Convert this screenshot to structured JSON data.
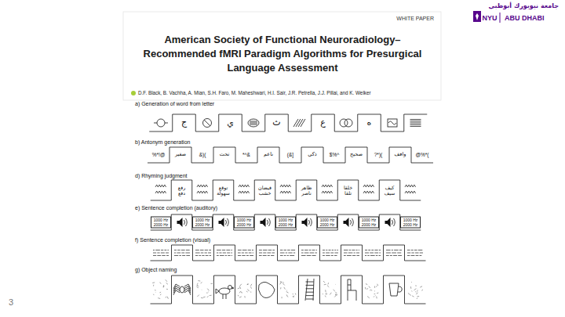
{
  "diagram": {
    "title": "American Society of Functional Neuroradiology–Recommended fMRI Paradigm Algorithms for Presurgical Language Assessment",
    "nodes": [
      {
        "text": [
          "1000 Hz 2000 Hz"
        ]
      },
      {
        "text": [
          "1000 Hz 2000 Hz"
        ]
      },
      {
        "text": [
          "1000 Hz 2000 Hz"
        ]
      },
      {
        "text": [
          "1000 Hz 2000 Hz"
        ]
      },
      {
        "text": [
          "1000 Hz 2000 Hz"
        ]
      },
      {
        "text": [
          "1000 Hz 2000 Hz"
        ]
      },
      {
        "text": [
          "1000 Hz 2000 Hz"
        ]
      }
    ],
    "labels": [
      "WHITE PAPER",
      "D.F. Black, B. Vachha, A. Mian, S.H. Faro, M. Maheshwari, H.I. Sair, J.R. Petrella, J.J. Pillai, and K. Welker",
      "جامعة نيويورك أبوظبي",
      "NYU",
      "ABU DHABI",
      "3",
      "a) Generation of word from letter",
      "ج",
      "ي",
      "ث",
      "ع",
      "ه",
      "b) Antonym generation",
      "%*!@",
      "صغير",
      "&)(",
      "تحت",
      "*^&",
      "ناعم",
      "(&]",
      "ذكي",
      "$%^",
      "صحيح",
      "?*)(",
      "واقف",
      "@%*(",
      "d) Rhyming judgment",
      "رفع دفع",
      "توقع سهولة",
      "فيضان خشب",
      "ظاهر ناصر",
      "خلقا تلقا",
      "كيف سيف",
      "e) Sentence completion (auditory)",
      "f) Sentence completion (visual)",
      "g) Object naming"
    ]
  }
}
